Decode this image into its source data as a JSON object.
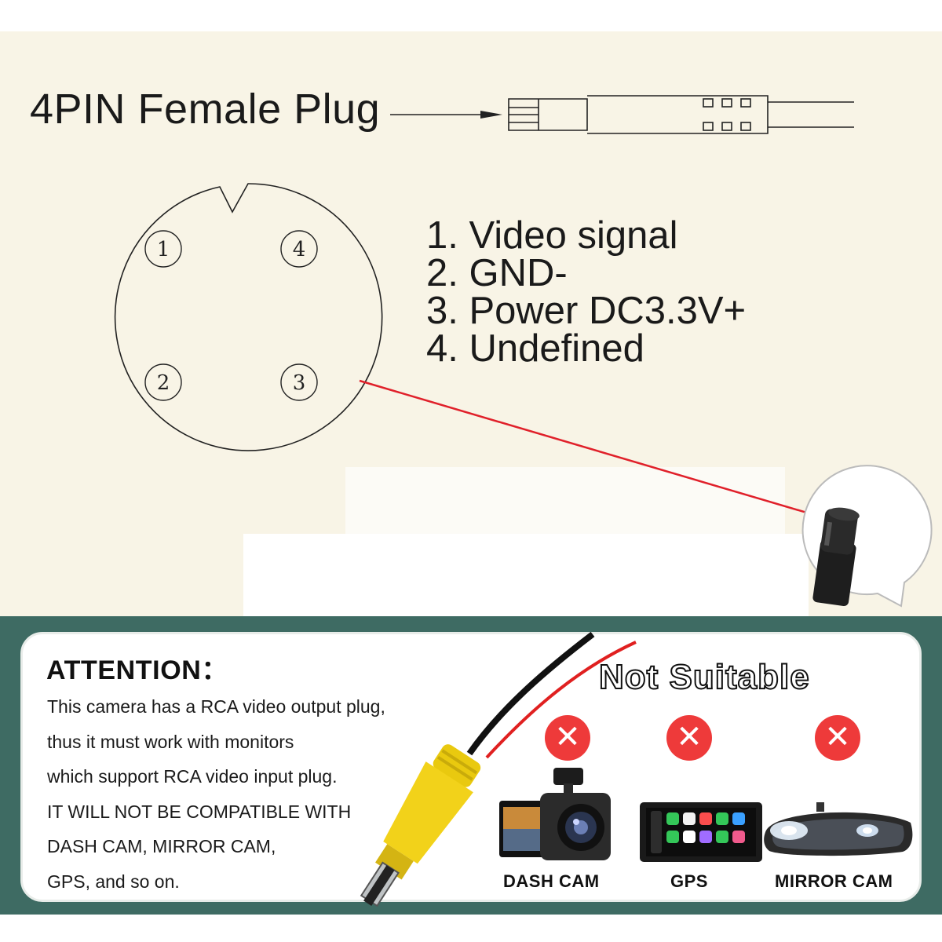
{
  "plug": {
    "title": "4PIN Female Plug",
    "pin_numbers": [
      "1",
      "4",
      "2",
      "3"
    ]
  },
  "pinout": {
    "lines": [
      "1. Video signal",
      "2. GND-",
      "3. Power DC3.3V+",
      "4. Undefined"
    ]
  },
  "attention": {
    "title": "ATTENTION：",
    "lines": [
      "This camera has a RCA video output plug,",
      "thus it must work with monitors",
      "which support RCA video input plug.",
      "IT WILL NOT BE COMPATIBLE WITH",
      "DASH CAM, MIRROR CAM,",
      "GPS, and so on."
    ],
    "not_suitable": "Not Suitable",
    "devices": [
      {
        "label": "DASH CAM",
        "icon": "dash-cam-icon"
      },
      {
        "label": "GPS",
        "icon": "gps-screen-icon"
      },
      {
        "label": "MIRROR CAM",
        "icon": "mirror-cam-icon"
      }
    ],
    "x_mark": "✕"
  },
  "colors": {
    "panel_bg": "#f8f4e6",
    "section_bg": "#3e6b63",
    "pointer_line": "#e0202a",
    "x_badge": "#ee3a3a",
    "rca_yellow": "#f2d21a"
  }
}
